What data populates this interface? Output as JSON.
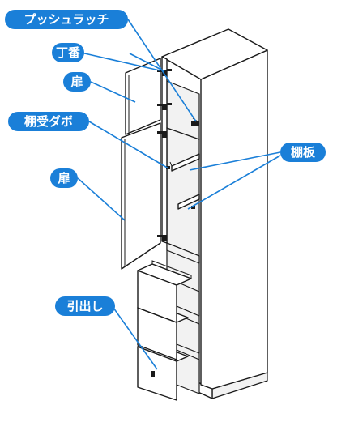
{
  "labels": {
    "push_latch": "プッシュラッチ",
    "hinge": "丁番",
    "door_upper": "扉",
    "shelf_pin": "棚受ダボ",
    "door_lower": "扉",
    "shelf_board": "棚板",
    "drawer": "引出し"
  },
  "colors": {
    "label_fill": "#1a7fd8",
    "label_text": "#ffffff",
    "line_art": "#1a1a1a"
  }
}
